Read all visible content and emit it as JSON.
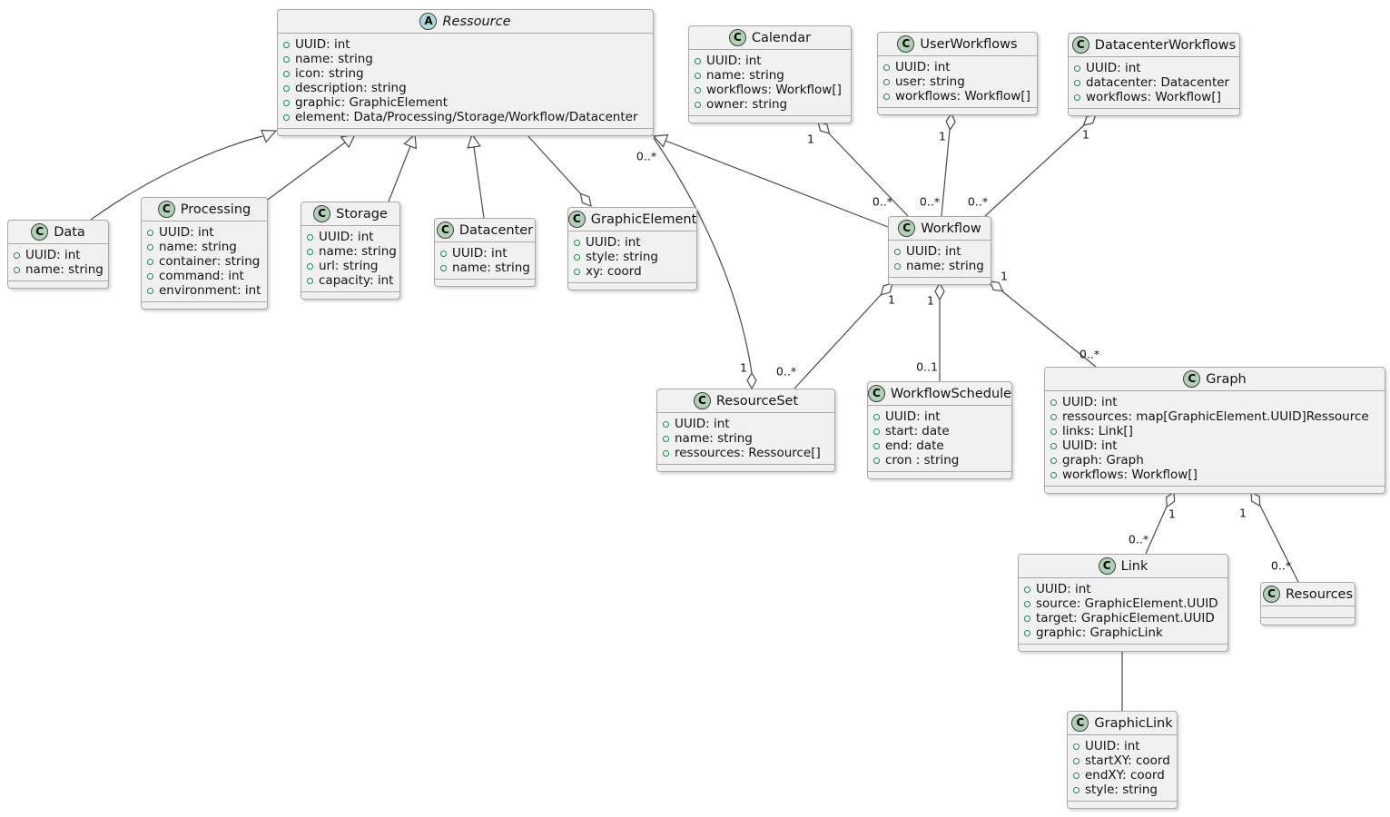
{
  "diagram": {
    "type": "uml-class-diagram",
    "colors": {
      "class_icon_bg": "#ADD1B2",
      "abstract_icon_bg": "#A9DCDF",
      "box_bg": "#F1F1F2",
      "box_border": "#A9A9A9",
      "line": "#4A4A4A",
      "visibility_dot": "#178B4B"
    },
    "classes": [
      {
        "badge": "A",
        "name": "Ressource",
        "abstract": true,
        "attrs": [
          "UUID: int",
          "name: string",
          "icon: string",
          "description: string",
          "graphic: GraphicElement",
          "element: Data/Processing/Storage/Workflow/Datacenter"
        ]
      },
      {
        "badge": "C",
        "name": "Calendar",
        "attrs": [
          "UUID: int",
          "name: string",
          "workflows: Workflow[]",
          "owner: string"
        ]
      },
      {
        "badge": "C",
        "name": "UserWorkflows",
        "attrs": [
          "UUID: int",
          "user: string",
          "workflows: Workflow[]"
        ]
      },
      {
        "badge": "C",
        "name": "DatacenterWorkflows",
        "attrs": [
          "UUID: int",
          "datacenter: Datacenter",
          "workflows: Workflow[]"
        ]
      },
      {
        "badge": "C",
        "name": "Data",
        "attrs": [
          "UUID: int",
          "name: string"
        ]
      },
      {
        "badge": "C",
        "name": "Processing",
        "attrs": [
          "UUID: int",
          "name: string",
          "container: string",
          "command: int",
          "environment: int"
        ]
      },
      {
        "badge": "C",
        "name": "Storage",
        "attrs": [
          "UUID: int",
          "name: string",
          "url: string",
          "capacity: int"
        ]
      },
      {
        "badge": "C",
        "name": "Datacenter",
        "attrs": [
          "UUID: int",
          "name: string"
        ]
      },
      {
        "badge": "C",
        "name": "GraphicElement",
        "attrs": [
          "UUID: int",
          "style: string",
          "xy: coord"
        ]
      },
      {
        "badge": "C",
        "name": "Workflow",
        "attrs": [
          "UUID: int",
          "name: string"
        ]
      },
      {
        "badge": "C",
        "name": "ResourceSet",
        "attrs": [
          "UUID: int",
          "name: string",
          "ressources: Ressource[]"
        ]
      },
      {
        "badge": "C",
        "name": "WorkflowSchedule",
        "attrs": [
          "UUID: int",
          "start: date",
          "end: date",
          "cron : string"
        ]
      },
      {
        "badge": "C",
        "name": "Graph",
        "attrs": [
          "UUID: int",
          "ressources: map[GraphicElement.UUID]Ressource",
          "links: Link[]",
          "UUID: int",
          "graph: Graph",
          "workflows: Workflow[]"
        ]
      },
      {
        "badge": "C",
        "name": "Link",
        "attrs": [
          "UUID: int",
          "source: GraphicElement.UUID",
          "target: GraphicElement.UUID",
          "graphic: GraphicLink"
        ]
      },
      {
        "badge": "C",
        "name": "Resources",
        "attrs": []
      },
      {
        "badge": "C",
        "name": "GraphicLink",
        "attrs": [
          "UUID: int",
          "startXY: coord",
          "endXY: coord",
          "style: string"
        ]
      }
    ],
    "relations": [
      {
        "source": "Data",
        "target": "Ressource",
        "type": "generalization"
      },
      {
        "source": "Processing",
        "target": "Ressource",
        "type": "generalization"
      },
      {
        "source": "Storage",
        "target": "Ressource",
        "type": "generalization"
      },
      {
        "source": "Datacenter",
        "target": "Ressource",
        "type": "generalization"
      },
      {
        "source": "Workflow",
        "target": "Ressource",
        "type": "generalization"
      },
      {
        "source": "Ressource",
        "target": "GraphicElement",
        "type": "aggregation",
        "diamond_at": "GraphicElement"
      },
      {
        "source": "ResourceSet",
        "target": "Ressource",
        "type": "aggregation",
        "source_mult": "1",
        "target_mult": "0..*"
      },
      {
        "source": "Calendar",
        "target": "Workflow",
        "type": "aggregation",
        "source_mult": "1",
        "target_mult": "0..*"
      },
      {
        "source": "UserWorkflows",
        "target": "Workflow",
        "type": "aggregation",
        "source_mult": "1",
        "target_mult": "0..*"
      },
      {
        "source": "DatacenterWorkflows",
        "target": "Workflow",
        "type": "aggregation",
        "source_mult": "1",
        "target_mult": "0..*"
      },
      {
        "source": "Workflow",
        "target": "ResourceSet",
        "type": "aggregation",
        "source_mult": "1",
        "target_mult": "0..*"
      },
      {
        "source": "Workflow",
        "target": "WorkflowSchedule",
        "type": "aggregation",
        "source_mult": "1",
        "target_mult": "0..1"
      },
      {
        "source": "Workflow",
        "target": "Graph",
        "type": "aggregation",
        "source_mult": "1",
        "target_mult": "0..*"
      },
      {
        "source": "Graph",
        "target": "Link",
        "type": "aggregation",
        "source_mult": "1",
        "target_mult": "0..*"
      },
      {
        "source": "Graph",
        "target": "Resources",
        "type": "aggregation",
        "source_mult": "1",
        "target_mult": "0..*"
      },
      {
        "source": "Link",
        "target": "GraphicLink",
        "type": "association"
      }
    ],
    "multiplicity_labels": [
      {
        "text": "0..*"
      },
      {
        "text": "1"
      },
      {
        "text": "1"
      },
      {
        "text": "0..*"
      },
      {
        "text": "1"
      },
      {
        "text": "0..*"
      },
      {
        "text": "1"
      },
      {
        "text": "0..*"
      },
      {
        "text": "1"
      },
      {
        "text": "0..*"
      },
      {
        "text": "1"
      },
      {
        "text": "0..1"
      },
      {
        "text": "1"
      },
      {
        "text": "0..*"
      },
      {
        "text": "1"
      },
      {
        "text": "0..*"
      },
      {
        "text": "1"
      },
      {
        "text": "0..*"
      }
    ]
  }
}
